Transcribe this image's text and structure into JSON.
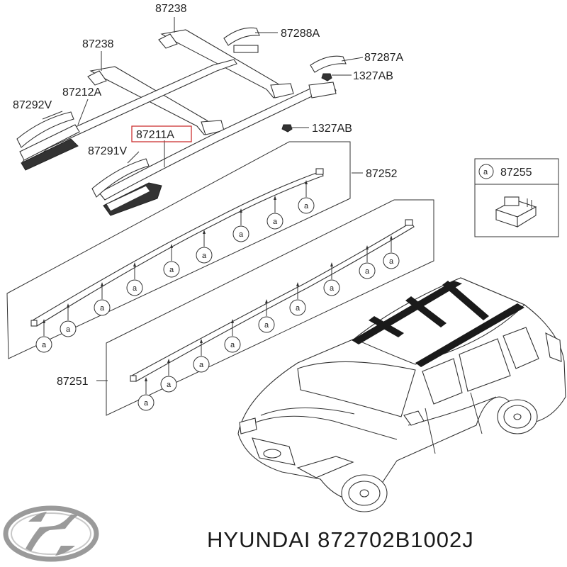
{
  "labels": {
    "l87238_top": "87238",
    "l87288A": "87288A",
    "l87238_left": "87238",
    "l87287A": "87287A",
    "l1327AB_top": "1327AB",
    "l87212A": "87212A",
    "l87292V": "87292V",
    "l87211A": "87211A",
    "l1327AB_mid": "1327AB",
    "l87291V": "87291V",
    "l87252": "87252",
    "l87255": "87255",
    "l87251": "87251"
  },
  "balloon_letter": "a",
  "legend_letter": "a",
  "brand": {
    "name": "HYUNDAI",
    "part_number": "872702B1002J",
    "caption": "HYUNDAI 872702B1002J"
  },
  "colors": {
    "line": "#333333",
    "highlight": "#cc3333",
    "logo_silver": "#9a9a9a"
  }
}
